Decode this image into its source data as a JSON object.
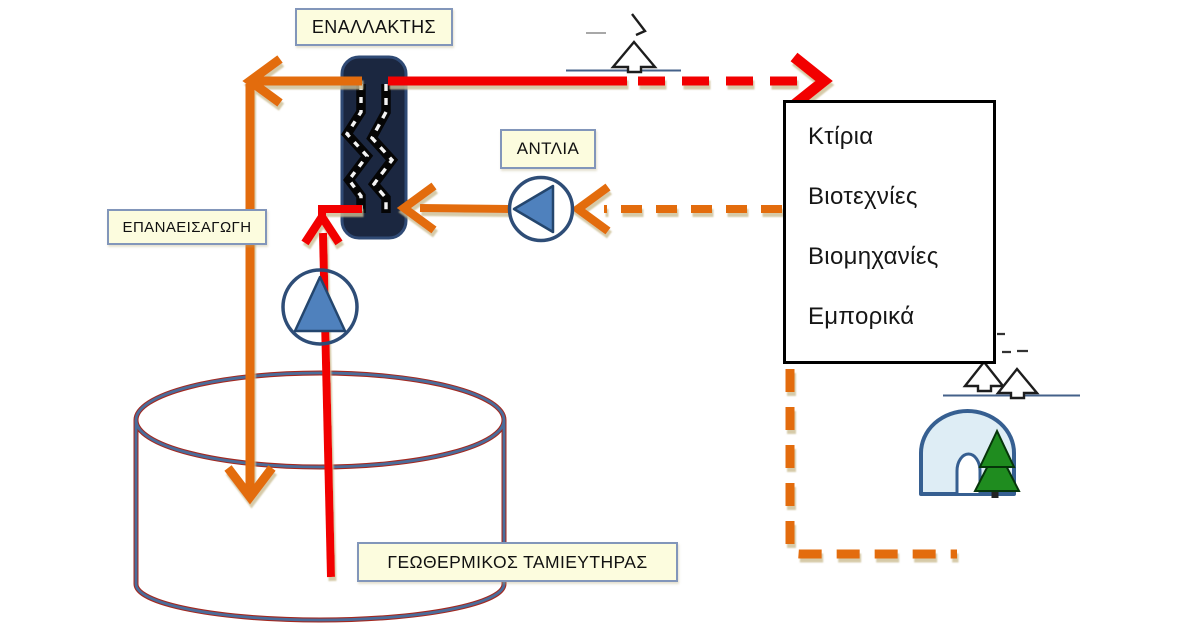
{
  "labels": {
    "exchanger": "ΕΝΑΛΛΑΚΤΗΣ",
    "pump": "ΑΝΤΛΙΑ",
    "reinjection": "ΕΠΑΝΑΕΙΣΑΓΩΓΗ",
    "reservoir": "ΓΕΩΘΕΡΜΙΚΟΣ ΤΑΜΙΕΥΤΗΡΑΣ"
  },
  "consumers": {
    "items": [
      "Κτίρια",
      "Βιοτεχνίες",
      "Βιομηχανίες",
      "Εμπορικά"
    ]
  },
  "icons": {
    "pump": "pump-circle-triangle-icon",
    "heat_exchanger": "heat-exchanger-icon",
    "pine_tree": "pine-tree-icon",
    "igloo": "igloo-icon"
  },
  "colors": {
    "hot_supply_pipe_red": "#F20000",
    "return_pipe_orange": "#E36C0A",
    "label_fill": "#FCFCDE",
    "label_border": "#8296BA",
    "exchanger_body": "#1B2740",
    "pump_triangle": "#4F81BD",
    "pump_outline": "#2E4D77",
    "ground_line_tan": "#B08D3E",
    "reservoir_blue": "#4A6D9B",
    "reservoir_red": "#A3281F",
    "igloo_fill": "#DEEDF5",
    "tree_green": "#1F8C1F"
  }
}
